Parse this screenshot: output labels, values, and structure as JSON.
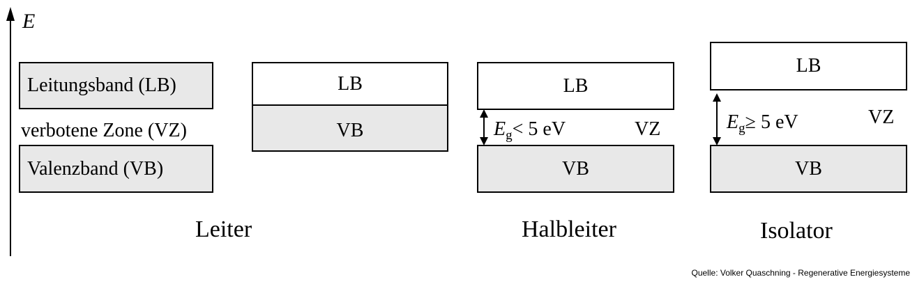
{
  "axis": {
    "label": "E"
  },
  "legend": {
    "conduction_band": "Leitungsband (LB)",
    "forbidden_zone": "verbotene Zone (VZ)",
    "valence_band": "Valenzband (VB)"
  },
  "conductor": {
    "lb": "LB",
    "vb": "VB",
    "title": "Leiter"
  },
  "semiconductor": {
    "lb": "LB",
    "vb": "VB",
    "vz": "VZ",
    "gap_symbol": "E",
    "gap_subscript": "g",
    "gap_relation": "< 5 eV",
    "title": "Halbleiter"
  },
  "insulator": {
    "lb": "LB",
    "vb": "VB",
    "vz": "VZ",
    "gap_symbol": "E",
    "gap_subscript": "g",
    "gap_relation": "≥ 5 eV",
    "title": "Isolator"
  },
  "source": "Quelle: Volker Quaschning - Regenerative Energiesysteme",
  "colors": {
    "band_filled": "#e8e8e8",
    "band_empty": "#ffffff",
    "line": "#000000"
  }
}
